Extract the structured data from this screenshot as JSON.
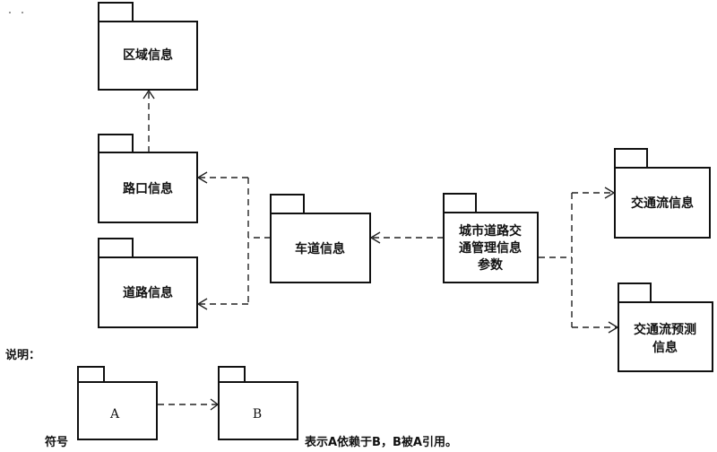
{
  "diagram": {
    "type": "UML package dependency diagram",
    "packages": {
      "region": "区域信息",
      "intersection": "路口信息",
      "road": "道路信息",
      "lane": "车道信息",
      "params": [
        "城市道路交",
        "通管理信息",
        "参数"
      ],
      "traffic_flow": "交通流信息",
      "traffic_forecast": [
        "交通流预测",
        "信息"
      ]
    },
    "dependencies": [
      {
        "from": "路口信息",
        "to": "区域信息"
      },
      {
        "from": "车道信息",
        "to": "路口信息"
      },
      {
        "from": "车道信息",
        "to": "道路信息"
      },
      {
        "from": "城市道路交通管理信息参数",
        "to": "车道信息"
      },
      {
        "from": "城市道路交通管理信息参数",
        "to": "交通流信息"
      },
      {
        "from": "城市道路交通管理信息参数",
        "to": "交通流预测信息"
      }
    ]
  },
  "legend": {
    "title": "说明：",
    "symbol_label": "符号",
    "package_a": "A",
    "package_b": "B",
    "description": "表示A依赖于B，B被A引用。"
  }
}
